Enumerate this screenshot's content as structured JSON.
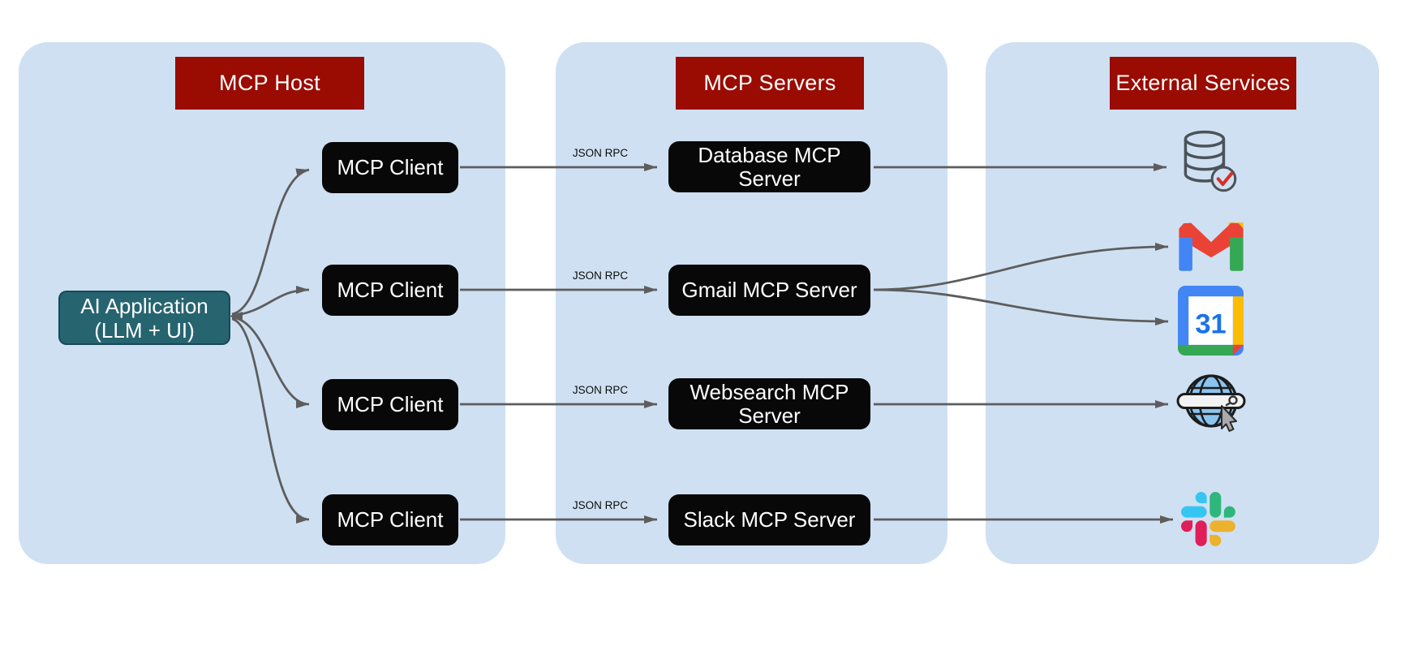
{
  "diagram": {
    "panels": [
      {
        "title": "MCP Host"
      },
      {
        "title": "MCP Servers"
      },
      {
        "title": "External Services"
      }
    ],
    "host": {
      "app": {
        "title": "AI Application",
        "subtitle": "(LLM + UI)"
      },
      "clients": [
        {
          "label": "MCP Client"
        },
        {
          "label": "MCP Client"
        },
        {
          "label": "MCP Client"
        },
        {
          "label": "MCP Client"
        }
      ]
    },
    "servers": [
      {
        "label": "Database MCP Server"
      },
      {
        "label": "Gmail MCP Server"
      },
      {
        "label": "Websearch MCP Server"
      },
      {
        "label": "Slack MCP Server"
      }
    ],
    "links": [
      {
        "protocol": "JSON RPC"
      },
      {
        "protocol": "JSON RPC"
      },
      {
        "protocol": "JSON RPC"
      },
      {
        "protocol": "JSON RPC"
      }
    ],
    "services": [
      {
        "name": "database-verified"
      },
      {
        "name": "gmail"
      },
      {
        "name": "google-calendar",
        "day": "31"
      },
      {
        "name": "web-search"
      },
      {
        "name": "slack"
      }
    ],
    "colors": {
      "panel_blue": "#cfe0f2",
      "header_red": "#9a0b02",
      "app_teal": "#266470",
      "node_black": "#080808",
      "arrow_gray": "#5d5d5d",
      "check_red": "#d93025",
      "google_blue": "#4285f4",
      "google_green": "#34a853",
      "google_yellow": "#fbbc04",
      "google_red": "#ea4335",
      "slack_blue": "#36c5f0",
      "slack_green": "#2eb67d",
      "slack_red": "#e01e5a",
      "slack_yellow": "#ecb22e"
    }
  }
}
